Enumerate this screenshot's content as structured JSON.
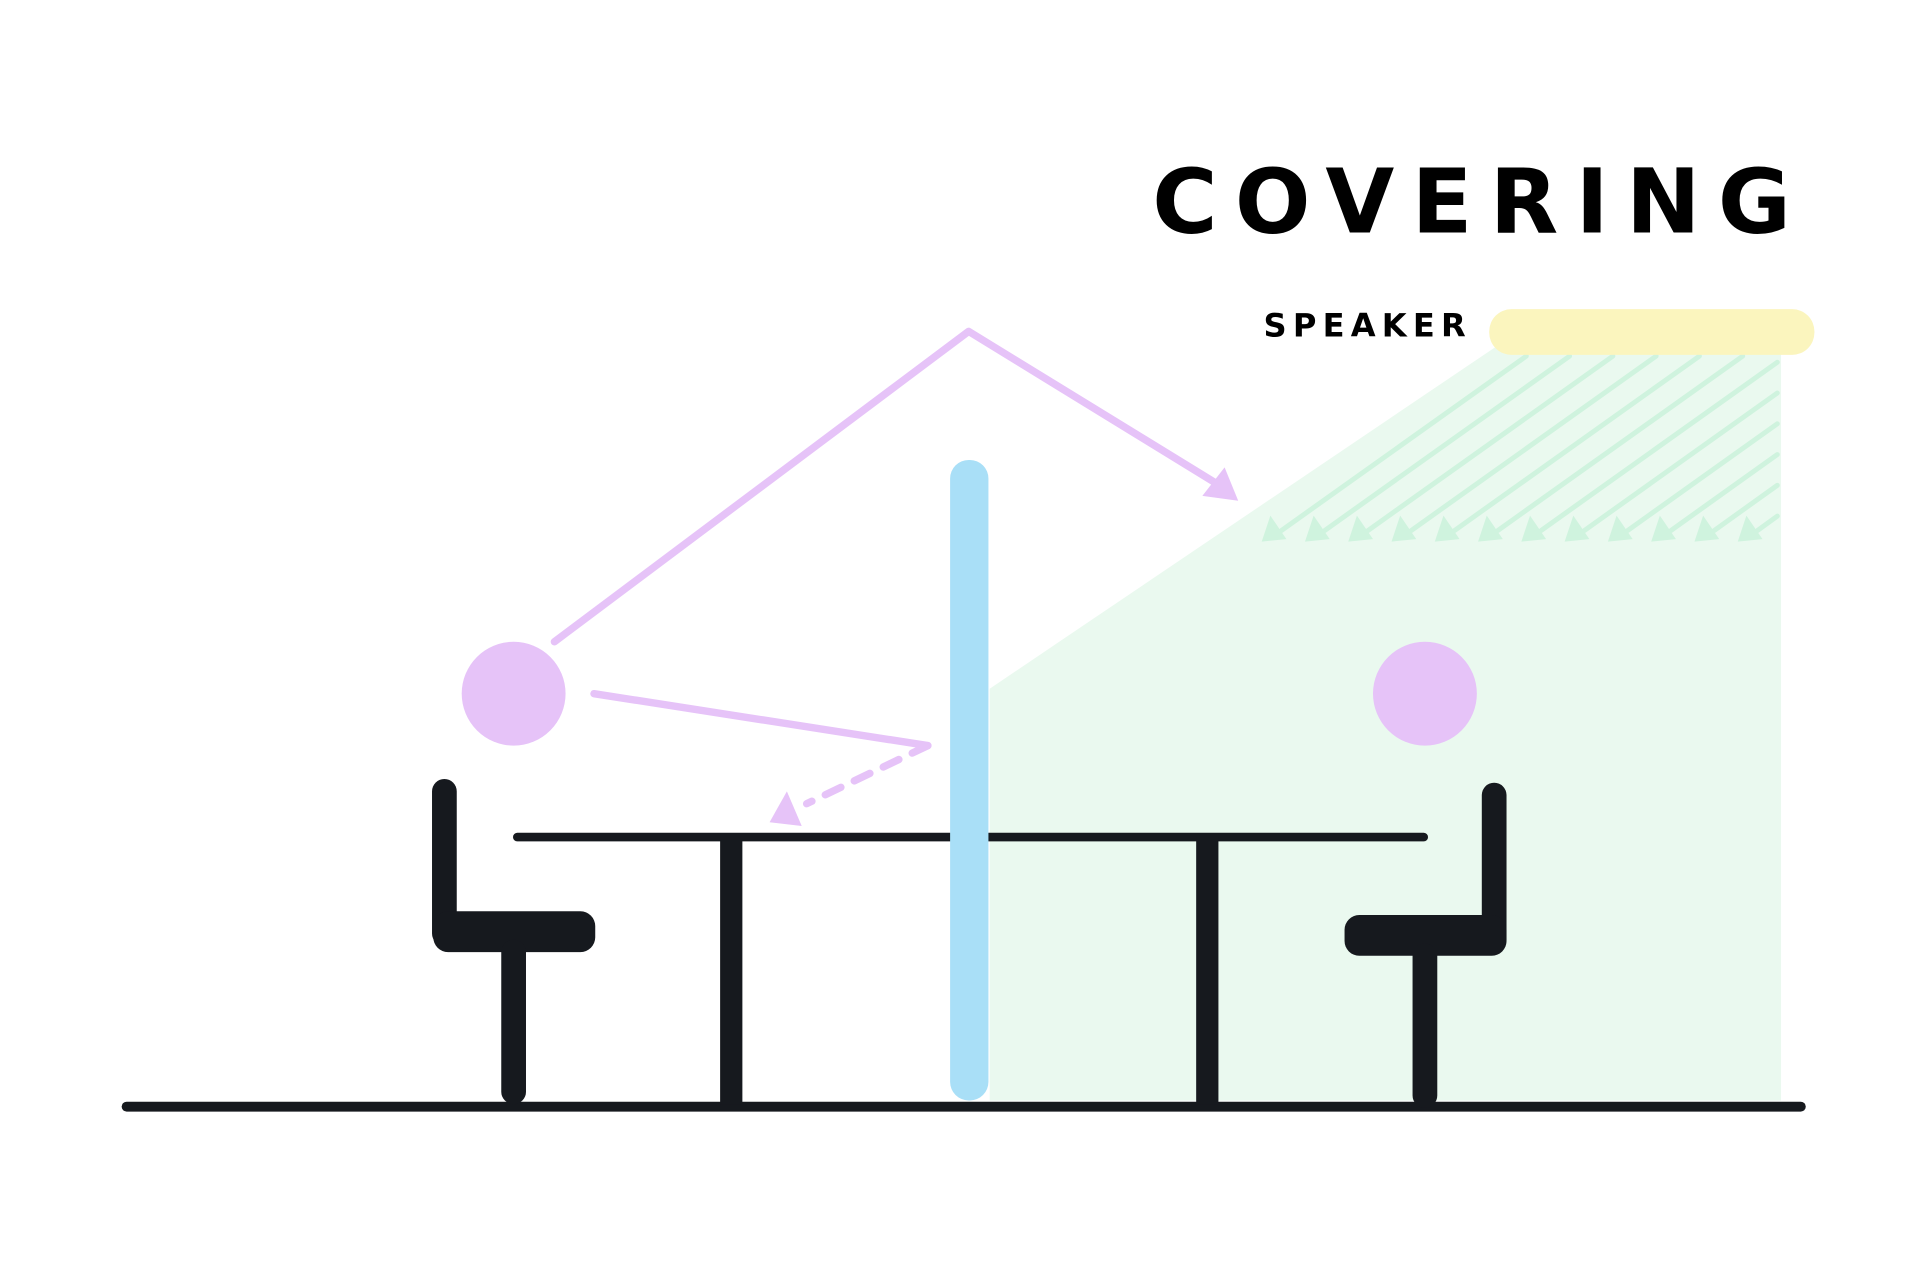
{
  "title": "COVERING",
  "speaker_label": "SPEAKER",
  "colors": {
    "ink": "#16191E",
    "speaker": "#FBF5BE",
    "coverage": "#EAF9EF",
    "coverage_arrows": "#CFF3DE",
    "person": "#E6C3F8",
    "partition": "#A9DFF7"
  },
  "icons": [
    "person-head-left",
    "person-head-right",
    "chair-left",
    "chair-right",
    "table",
    "partition",
    "speaker-bar",
    "sound-arrows"
  ]
}
